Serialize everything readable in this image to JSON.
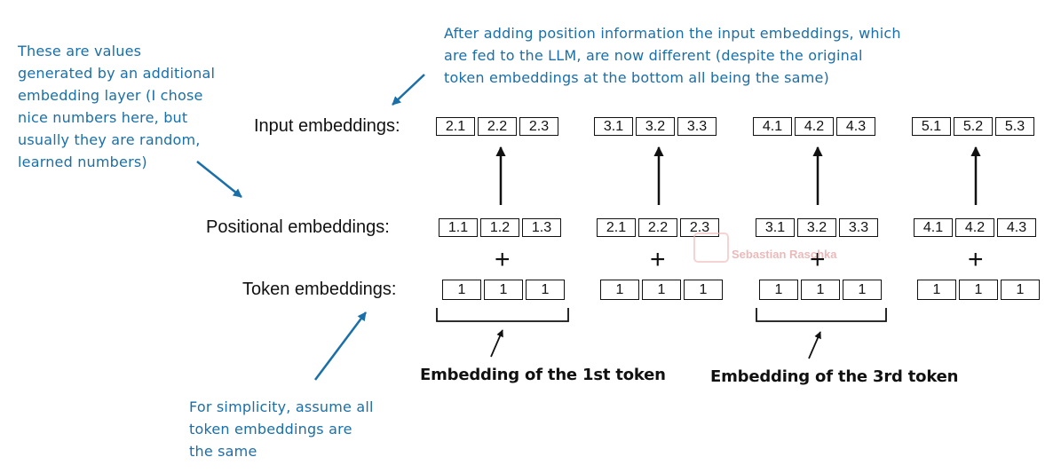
{
  "notes": {
    "left": [
      "These are values",
      "generated by an additional",
      "embedding layer (I chose",
      "nice numbers here, but",
      "usually they are random,",
      "learned numbers)"
    ],
    "top": [
      "After adding position information the input embeddings, which",
      "are fed to the LLM, are now different (despite the original",
      "token embeddings at the bottom all being the same)"
    ],
    "bottom": [
      "For simplicity, assume all",
      "token embeddings are",
      "the same"
    ]
  },
  "labels": {
    "input": "Input embeddings:",
    "positional": "Positional embeddings:",
    "token": "Token embeddings:"
  },
  "input_embeddings": [
    [
      "2.1",
      "2.2",
      "2.3"
    ],
    [
      "3.1",
      "3.2",
      "3.3"
    ],
    [
      "4.1",
      "4.2",
      "4.3"
    ],
    [
      "5.1",
      "5.2",
      "5.3"
    ]
  ],
  "positional_embeddings": [
    [
      "1.1",
      "1.2",
      "1.3"
    ],
    [
      "2.1",
      "2.2",
      "2.3"
    ],
    [
      "3.1",
      "3.2",
      "3.3"
    ],
    [
      "4.1",
      "4.2",
      "4.3"
    ]
  ],
  "token_embeddings": [
    [
      "1",
      "1",
      "1"
    ],
    [
      "1",
      "1",
      "1"
    ],
    [
      "1",
      "1",
      "1"
    ],
    [
      "1",
      "1",
      "1"
    ]
  ],
  "plus_symbol": "+",
  "captions": {
    "first": "Embedding of the 1st token",
    "third": "Embedding of the 3rd token"
  },
  "watermark": "Sebastian Raschka",
  "colors": {
    "annotation": "#1a6fa8",
    "text": "#111111",
    "watermark": "#e3a3a3"
  }
}
